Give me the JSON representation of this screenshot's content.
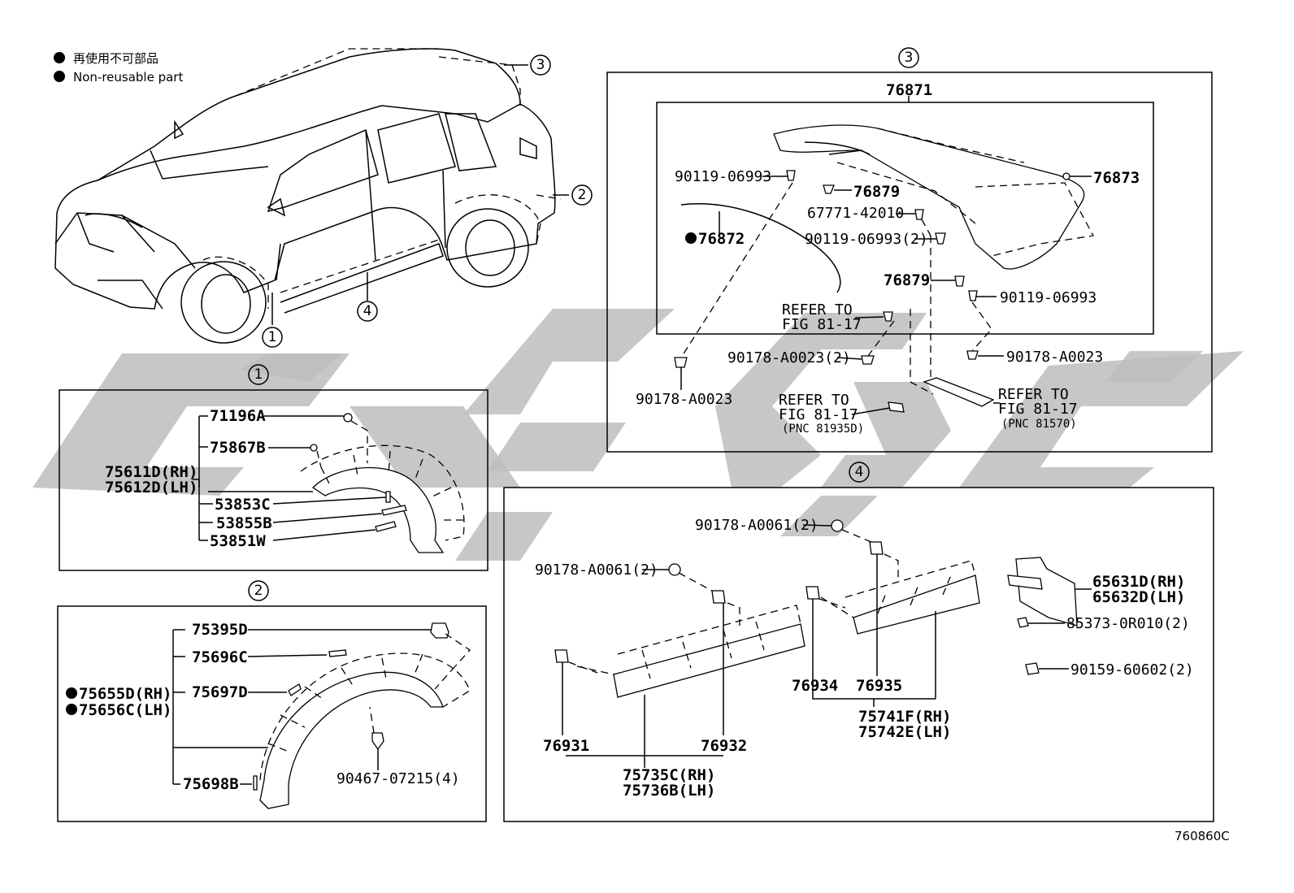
{
  "legend": {
    "line1": "再使用不可部品",
    "line2": "Non-reusable part"
  },
  "sections": {
    "s1": "1",
    "s2": "2",
    "s3": "3",
    "s4": "4"
  },
  "fig_code": "760860C",
  "panel3": {
    "title": "76871",
    "labels": {
      "a": "90119-06993",
      "b": "76879",
      "c": "67771-42010",
      "d": "90119-06993(2)",
      "e": "76873",
      "f": "76872",
      "g": "76879",
      "h": "90119-06993",
      "i": "REFER TO",
      "j": "FIG 81-17",
      "k": "90178-A0023(2)",
      "l": "90178-A0023",
      "m": "90178-A0023",
      "n": "REFER TO",
      "o": "FIG 81-17",
      "p": "(PNC 81935D)",
      "q": "REFER TO",
      "r": "FIG 81-17",
      "s": "(PNC 81570)"
    }
  },
  "panel1": {
    "labels": {
      "a": "71196A",
      "b": "75867B",
      "c": "75611D(RH)",
      "d": "75612D(LH)",
      "e": "53853C",
      "f": "53855B",
      "g": "53851W"
    }
  },
  "panel2": {
    "labels": {
      "a": "75395D",
      "b": "75696C",
      "c": "75655D(RH)",
      "d": "75656C(LH)",
      "e": "75697D",
      "f": "75698B",
      "g": "90467-07215(4)"
    }
  },
  "panel4": {
    "labels": {
      "a": "90178-A0061(2)",
      "b": "90178-A0061(2)",
      "c": "76934",
      "d": "76935",
      "e": "75741F(RH)",
      "f": "75742E(LH)",
      "g": "76931",
      "h": "76932",
      "i": "75735C(RH)",
      "j": "75736B(LH)",
      "k": "65631D(RH)",
      "l": "65632D(LH)",
      "m": "85373-0R010(2)",
      "n": "90159-60602(2)"
    }
  }
}
